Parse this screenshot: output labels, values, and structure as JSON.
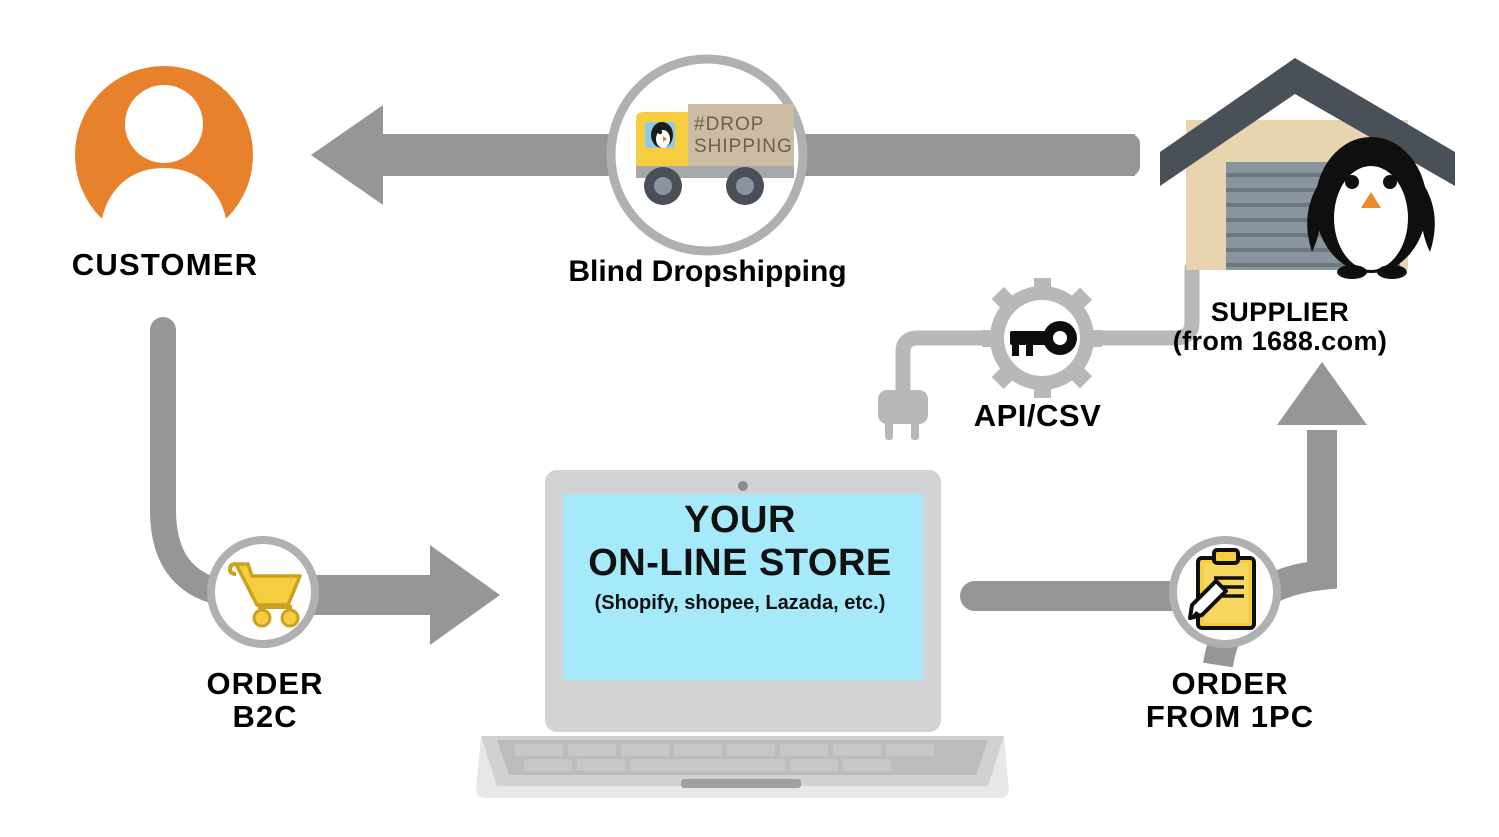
{
  "diagram": {
    "title_present": false,
    "background_color": "#ffffff",
    "palette": {
      "gray_arrow": "#969696",
      "light_gray": "#b8b8b8",
      "orange": "#e8812b",
      "yellow": "#f5cd3f",
      "cyan_screen": "#a5e9fa",
      "warehouse_wall": "#e8d5b0",
      "warehouse_roof": "#4a5058",
      "garage_door": "#8a949e",
      "laptop_body": "#d2d4d4",
      "laptop_key": "#9a9c9c",
      "box_tan": "#cbbda4",
      "black": "#000000"
    },
    "nodes": [
      {
        "id": "customer",
        "label": "CUSTOMER",
        "icon": "person-avatar-icon",
        "icon_colors": [
          "#e8812b",
          "#ffffff"
        ]
      },
      {
        "id": "blind-dropshipping",
        "label": "Blind Dropshipping",
        "icon": "delivery-truck-icon",
        "truck_box_text_line1": "#DROP",
        "truck_box_text_line2": "SHIPPING",
        "truck_cab_color": "#f5cd3f",
        "truck_box_color": "#cbbda4"
      },
      {
        "id": "supplier",
        "label_line1": "SUPPLIER",
        "label_line2": "(from 1688.com)",
        "icon": "warehouse-icon",
        "secondary_icon": "penguin-icon"
      },
      {
        "id": "api-csv",
        "label": "API/CSV",
        "icon": "gear-key-icon",
        "secondary_icon": "power-plug-icon"
      },
      {
        "id": "online-store",
        "icon": "laptop-icon",
        "screen_line1": "YOUR",
        "screen_line2": "ON-LINE STORE",
        "screen_line3": "(Shopify, shopee, Lazada, etc.)",
        "screen_color": "#a5e9fa"
      },
      {
        "id": "order-b2c",
        "label_line1": "ORDER",
        "label_line2": "B2C",
        "icon": "shopping-cart-icon"
      },
      {
        "id": "order-from-1pc",
        "label_line1": "ORDER",
        "label_line2": "FROM 1PC",
        "icon": "clipboard-pencil-icon"
      }
    ],
    "connectors": [
      {
        "id": "supplier-to-customer",
        "from": "supplier",
        "to": "customer",
        "style": "straight-arrow-left",
        "passes_through": "blind-dropshipping"
      },
      {
        "id": "customer-to-cart",
        "from": "customer",
        "to": "order-b2c",
        "style": "curved-down-right"
      },
      {
        "id": "cart-to-store",
        "from": "order-b2c",
        "to": "online-store",
        "style": "straight-arrow-right"
      },
      {
        "id": "store-to-clipboard",
        "from": "online-store",
        "to": "order-from-1pc",
        "style": "straight-bar"
      },
      {
        "id": "clipboard-to-supplier",
        "from": "order-from-1pc",
        "to": "supplier",
        "style": "curved-up-arrow"
      },
      {
        "id": "plug-to-supplier",
        "from": "api-csv",
        "to": "supplier",
        "style": "cable"
      }
    ]
  }
}
